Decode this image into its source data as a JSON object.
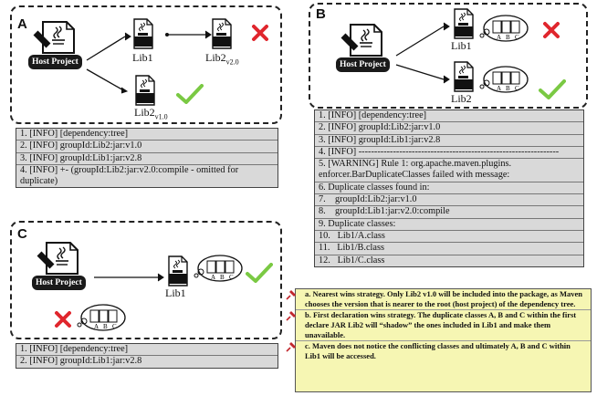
{
  "panel_a": {
    "label": "A",
    "host": "Host Project",
    "lib1": "Lib1",
    "lib2_top": "Lib2",
    "lib2_top_ver": "v2.0",
    "lib2_bottom": "Lib2",
    "lib2_bottom_ver": "v1.0",
    "jar": "JAR",
    "log": [
      "1. [INFO] [dependency:tree]",
      "2. [INFO] groupId:Lib2:jar:v1.0",
      "3. [INFO] groupId:Lib1:jar:v2.8",
      "4. [INFO] +- (groupId:Lib2:jar:v2.0:compile - omitted for duplicate)"
    ]
  },
  "panel_b": {
    "label": "B",
    "host": "Host Project",
    "lib1": "Lib1",
    "lib2": "Lib2",
    "jar": "JAR",
    "log": [
      "1. [INFO] [dependency:tree]",
      "2. [INFO] groupId:Lib2:jar:v1.0",
      "3. [INFO] groupId:Lib1:jar:v2.8",
      "4. [INFO] ----------------------------------------------------------------",
      "5. [WARNING] Rule 1: org.apache.maven.plugins. enforcer.BarDuplicateClasses failed with message:",
      "6. Duplicate classes found in:",
      "7.    groupId:Lib2:jar:v1.0",
      "8.    groupId:Lib1:jar:v2.0:compile",
      "9. Duplicate classes:",
      "10.   Lib1/A.class",
      "11.   Lib1/B.class",
      "12.   Lib1/C.class"
    ]
  },
  "panel_c": {
    "label": "C",
    "host": "Host Project",
    "lib1": "Lib1",
    "jar": "JAR",
    "log": [
      "1. [INFO] [dependency:tree]",
      "2. [INFO] groupId:Lib1:jar:v2.8"
    ]
  },
  "cloud_letters": [
    "A",
    "B",
    "C"
  ],
  "doc_label": "java",
  "notes": [
    {
      "prefix": "a.",
      "text": "Nearest wins strategy. Only Lib2 v1.0 will be included into the package, as Maven chooses the version that is nearer to the root (host project) of the dependency tree."
    },
    {
      "prefix": "b.",
      "text": "First declaration wins strategy. The duplicate classes A, B and C within the first declare JAR Lib2 will “shadow” the ones included in Lib1 and make them unavailable."
    },
    {
      "prefix": "c.",
      "text": "Maven does not notice the conflicting classes and ultimately A, B and C within Lib1 will be accessed."
    }
  ],
  "colors": {
    "check": "#7ac943",
    "cross": "#e0262d",
    "note_bg": "#f6f6b3",
    "log_bg": "#d9d9d9",
    "pin": "#c1272d"
  }
}
